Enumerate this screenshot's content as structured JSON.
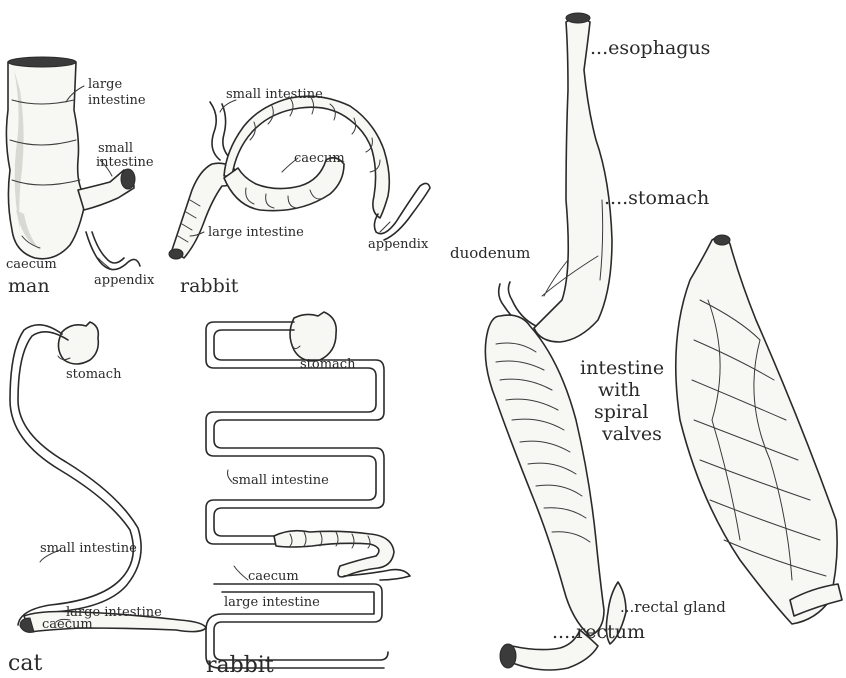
{
  "labels": {
    "man": {
      "large_intestine_1": "large",
      "large_intestine_2": "intestine",
      "small_intestine_1": "small",
      "small_intestine_2": "intestine",
      "caecum": "caecum",
      "appendix": "appendix",
      "caption": "man"
    },
    "rabbit_top": {
      "small_intestine": "small intestine",
      "caecum": "caecum",
      "large_intestine": "large intestine",
      "appendix": "appendix",
      "caption": "rabbit"
    },
    "cat": {
      "stomach": "stomach",
      "small_intestine": "small intestine",
      "large_intestine": "large intestine",
      "caecum": "caecum",
      "caption": "cat"
    },
    "rabbit_bottom": {
      "stomach": "stomach",
      "small_intestine": "small intestine",
      "caecum": "caecum",
      "large_intestine": "large intestine",
      "caption": "rabbit"
    },
    "shark": {
      "esophagus": "...esophagus",
      "stomach": "....stomach",
      "duodenum": "duodenum",
      "intestine_1": "intestine",
      "intestine_2": "with",
      "intestine_3": "spiral",
      "intestine_4": "valves",
      "rectal_gland": "...rectal gland",
      "rectum": "....rectum"
    }
  }
}
